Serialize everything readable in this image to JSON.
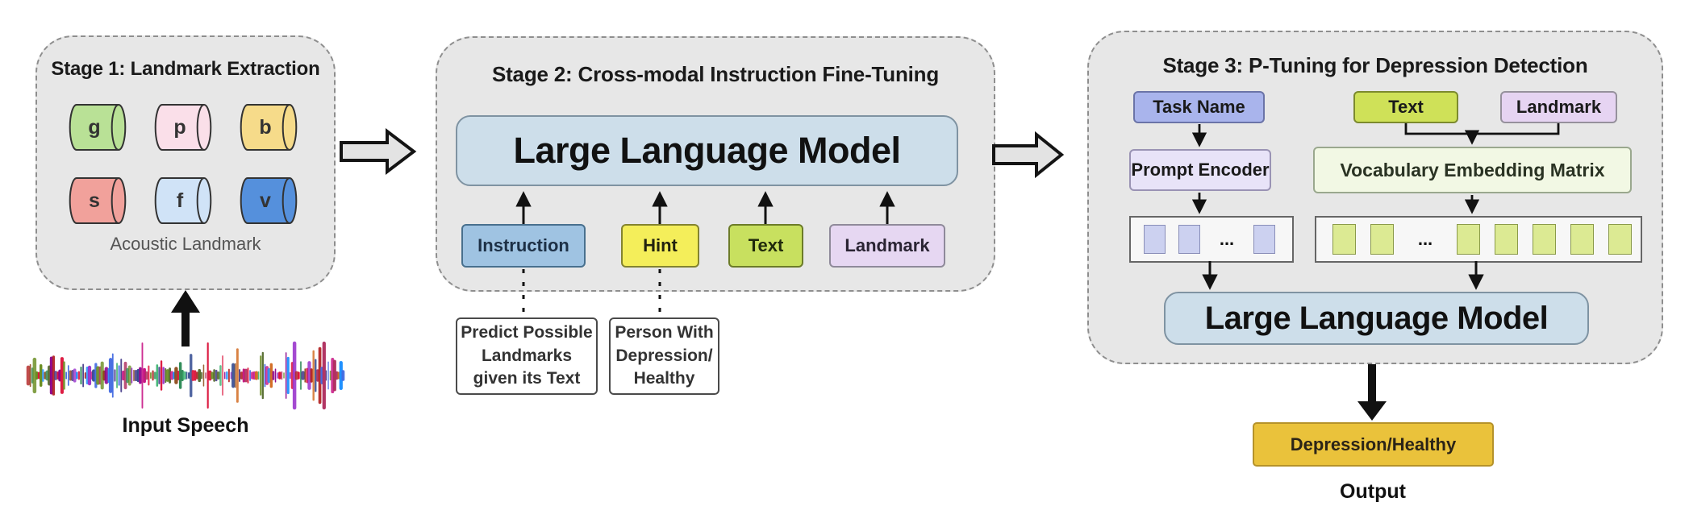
{
  "stage1": {
    "title": "Stage 1: Landmark Extraction",
    "caption": "Acoustic Landmark",
    "landmarks": [
      {
        "label": "g",
        "fill": "#b9e196"
      },
      {
        "label": "p",
        "fill": "#fadfe9"
      },
      {
        "label": "b",
        "fill": "#f6db8a"
      },
      {
        "label": "s",
        "fill": "#f1a19b"
      },
      {
        "label": "f",
        "fill": "#d0e3f7"
      },
      {
        "label": "v",
        "fill": "#5590dc"
      }
    ],
    "input_label": "Input Speech"
  },
  "stage2": {
    "title": "Stage 2: Cross-modal Instruction Fine-Tuning",
    "llm_label": "Large Language Model",
    "inputs": [
      {
        "label": "Instruction",
        "fill": "#9fc3e2",
        "border": "#48708e",
        "text_color": "#1d3046"
      },
      {
        "label": "Hint",
        "fill": "#f4ee5a",
        "border": "#83832f",
        "text_color": "#22220f"
      },
      {
        "label": "Text",
        "fill": "#c8e05f",
        "border": "#6c7c28",
        "text_color": "#202a0c"
      },
      {
        "label": "Landmark",
        "fill": "#e6d7f2",
        "border": "#8f8a9a",
        "text_color": "#2a2433"
      }
    ],
    "callouts": [
      {
        "lines": [
          "Predict Possible",
          "Landmarks",
          "given its Text"
        ]
      },
      {
        "lines": [
          "Person With",
          "Depression/",
          "Healthy"
        ]
      }
    ]
  },
  "stage3": {
    "title": "Stage 3: P-Tuning for Depression Detection",
    "task_name_label": "Task Name",
    "text_label": "Text",
    "landmark_label": "Landmark",
    "prompt_encoder_label": "Prompt Encoder",
    "vocab_label": "Vocabulary Embedding Matrix",
    "llm_label": "Large Language Model",
    "dots": "...",
    "task_name_fill": "#a9b4ec",
    "task_name_border": "#6b74a8",
    "text_fill": "#cfe158",
    "text_border": "#7c8a2e",
    "landmark_fill": "#e6d4f2",
    "landmark_border": "#96919c",
    "prompt_encoder_fill": "#e8e3f8",
    "prompt_encoder_border": "#9a93b4",
    "vocab_fill": "#f2f8e4",
    "vocab_border": "#9aa88e",
    "prompt_tokens": {
      "cells": [
        "sq",
        "sq",
        "dots",
        "sq"
      ],
      "fill": "#ccd1f0",
      "border": "#898eb8"
    },
    "embed_tokens": {
      "cells": [
        "sq",
        "sq",
        "dots",
        "sq",
        "sq",
        "sq",
        "sq",
        "sq"
      ],
      "fill": "#dcea93",
      "border": "#8a9a4a"
    }
  },
  "output": {
    "box_label": "Depression/Healthy",
    "box_fill": "#eac23b",
    "box_border": "#b5922a",
    "caption": "Output"
  },
  "waveform_palette": [
    "#b22222",
    "#27408b",
    "#3cb371",
    "#8b008b",
    "#d2691e",
    "#4169e1",
    "#c71585",
    "#2e8b57",
    "#8b4513",
    "#9932cc",
    "#dc143c",
    "#556b2f",
    "#1e90ff",
    "#b03060",
    "#6b8e23",
    "#483d8b"
  ]
}
